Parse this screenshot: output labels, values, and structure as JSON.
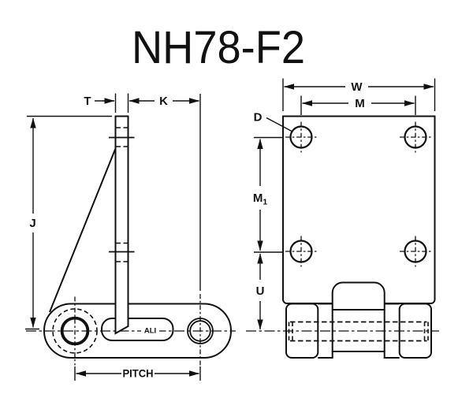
{
  "title": "NH78-F2",
  "ink_color": "#111111",
  "background_color": "#ffffff",
  "side_view": {
    "label_t": "T",
    "label_k": "K",
    "label_j": "J",
    "label_pitch": "PITCH",
    "plate_mark": "ALI"
  },
  "front_view": {
    "label_w": "W",
    "label_m": "M",
    "label_m1_base": "M",
    "label_m1_sub": "1",
    "label_u": "U",
    "label_d": "D"
  }
}
